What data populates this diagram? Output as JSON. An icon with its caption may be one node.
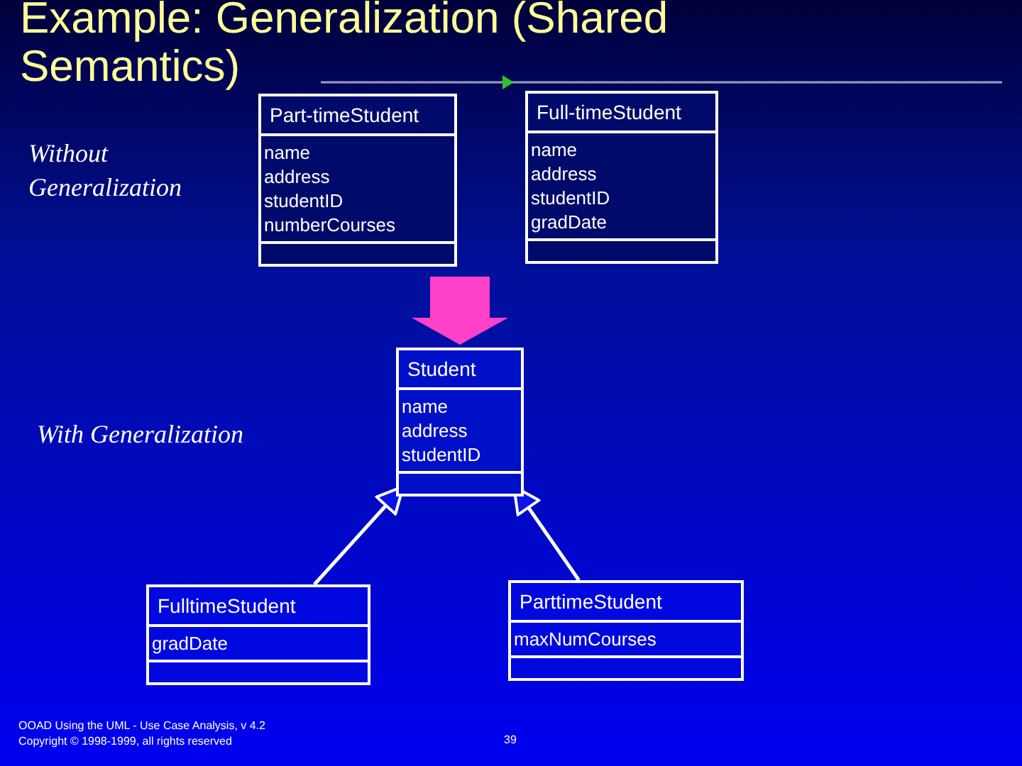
{
  "diagram": {
    "title": "Example: Generalization (Shared Semantics)",
    "nodes": [
      {
        "text": [
          "Part-timeStudent",
          "name",
          "address",
          "studentID",
          "numberCourses"
        ]
      },
      {
        "text": [
          "Full-timeStudent",
          "name",
          "address",
          "studentID",
          "gradDate"
        ]
      },
      {
        "text": [
          "Student",
          "name",
          "address",
          "studentID"
        ]
      },
      {
        "text": [
          "FulltimeStudent",
          "gradDate"
        ]
      },
      {
        "text": [
          "ParttimeStudent",
          "maxNumCourses"
        ]
      }
    ],
    "edges": [
      {
        "from": 3,
        "to": 2,
        "arrow": "to"
      },
      {
        "from": 4,
        "to": 2,
        "arrow": "to"
      },
      {
        "from": null,
        "to": 2,
        "arrow": "to",
        "style": "thick",
        "color": "#ff40c8"
      }
    ],
    "labels": [
      "Without Generalization",
      "With Generalization",
      "OOAD Using the UML - Use Case Analysis, v 4.2",
      "Copyright © 1998-1999, all rights reserved",
      "39"
    ]
  }
}
